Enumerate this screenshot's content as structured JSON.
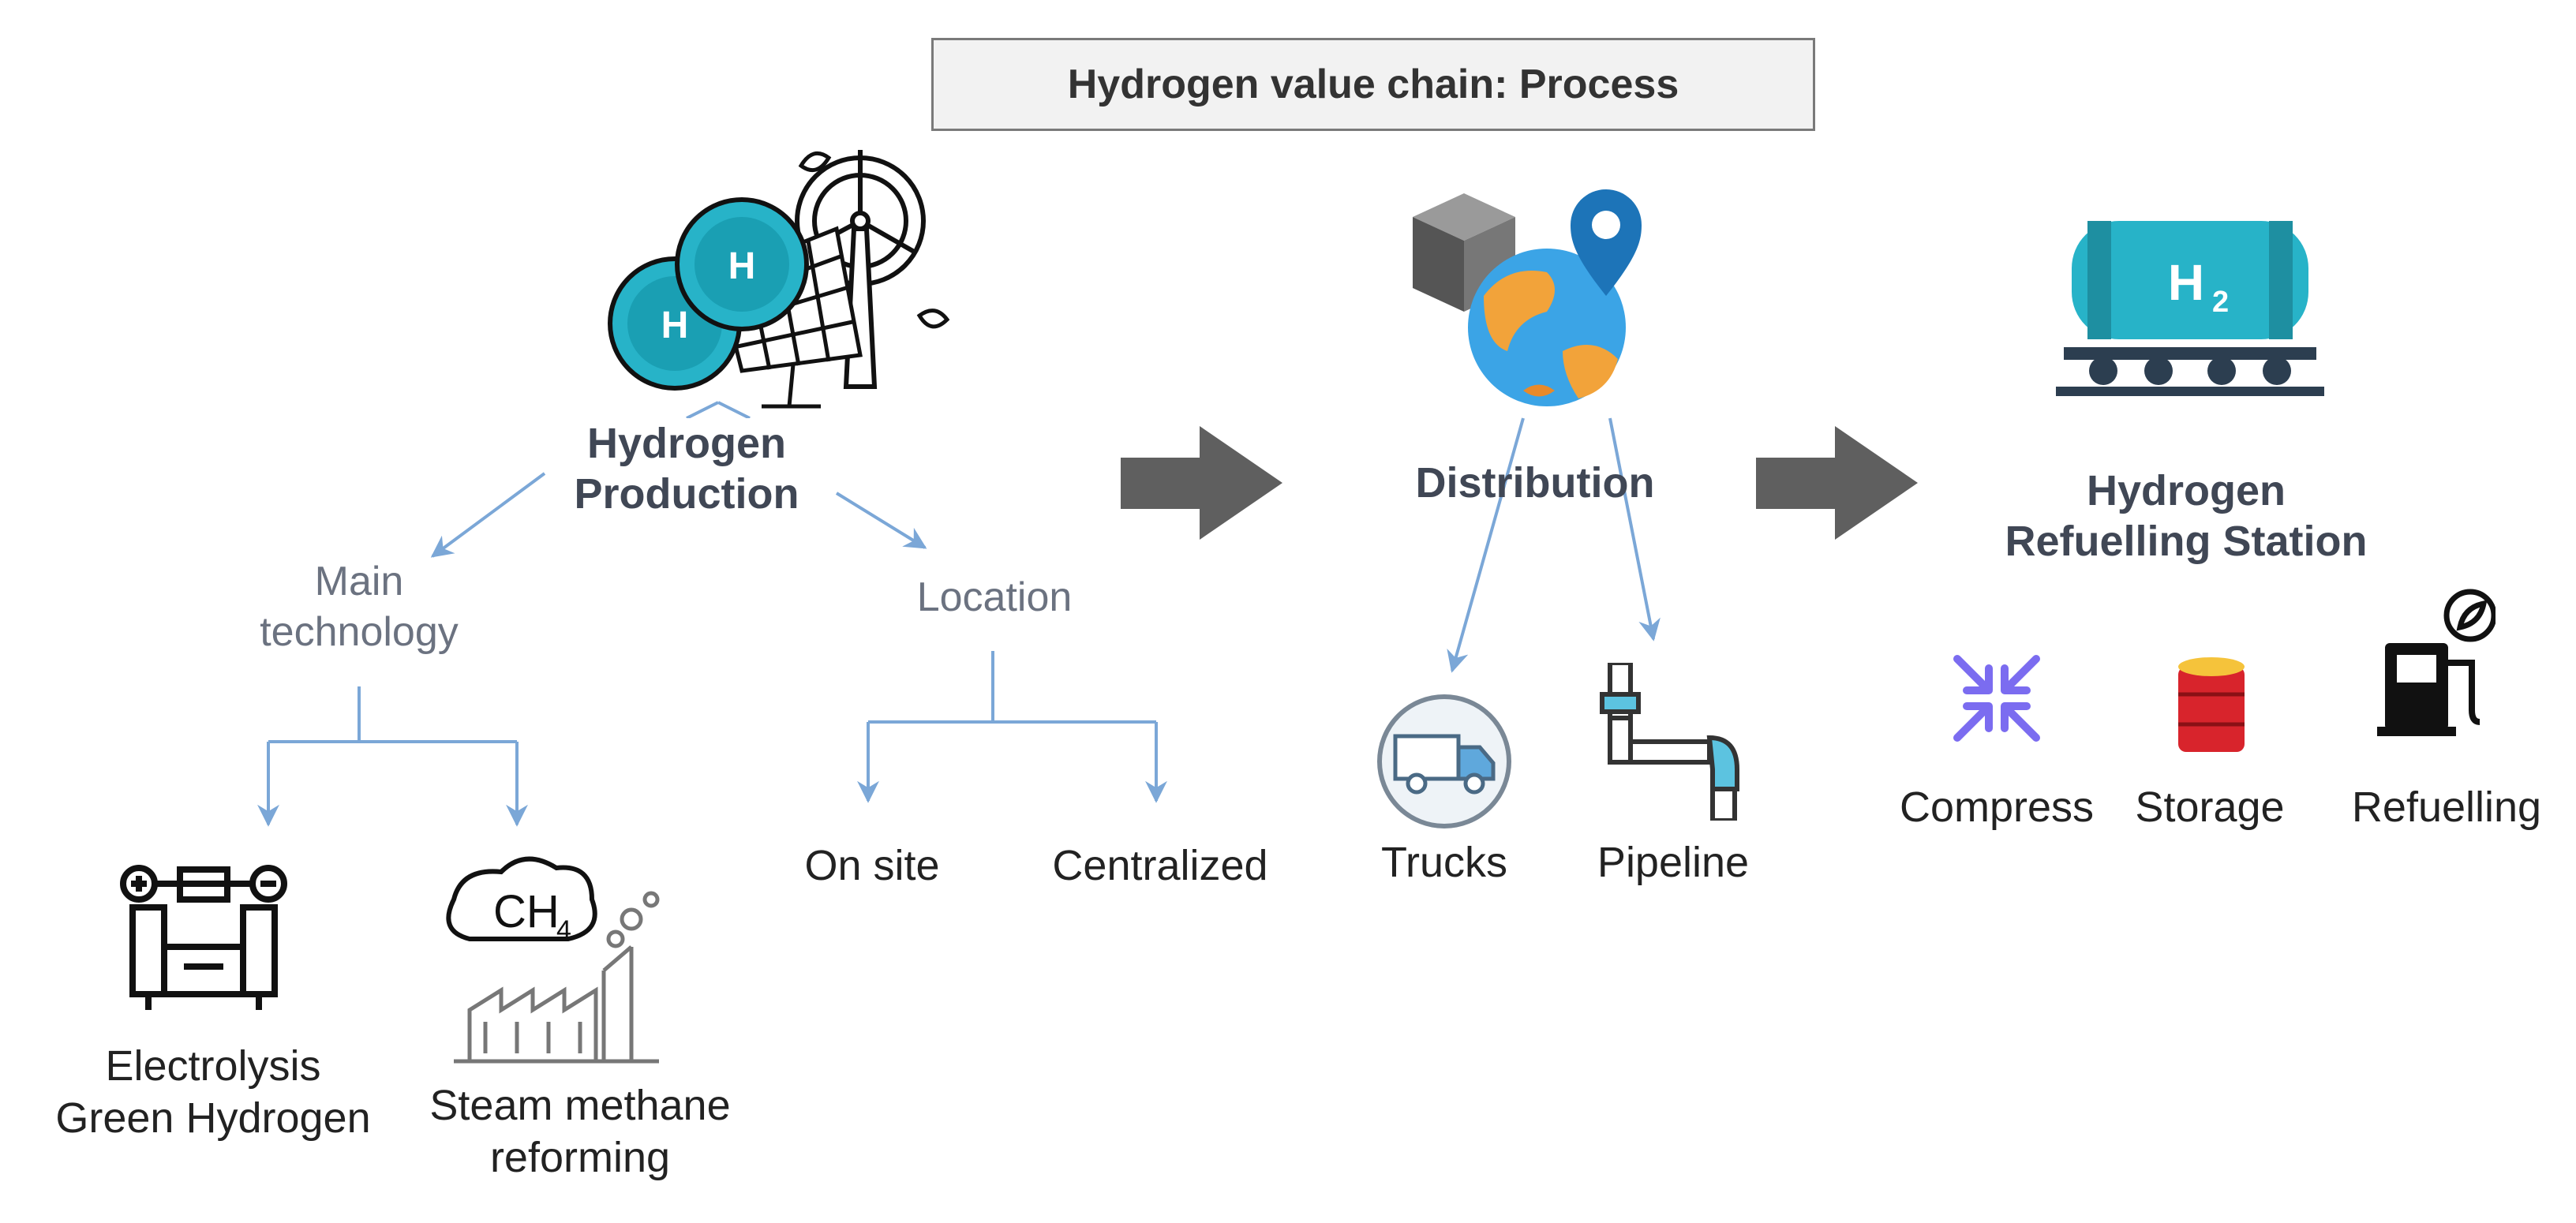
{
  "title": "Hydrogen value chain: Process",
  "production": {
    "label_line1": "Hydrogen",
    "label_line2": "Production",
    "main_tech_line1": "Main",
    "main_tech_line2": "technology",
    "location": "Location",
    "electrolysis_line1": "Electrolysis",
    "electrolysis_line2": "Green Hydrogen",
    "smr_line1": "Steam methane",
    "smr_line2": "reforming",
    "onsite": "On site",
    "centralized": "Centralized",
    "molecule_text": "H",
    "ch4_text": "CH",
    "ch4_sub": "4"
  },
  "distribution": {
    "label": "Distribution",
    "trucks": "Trucks",
    "pipeline": "Pipeline"
  },
  "station": {
    "label_line1": "Hydrogen",
    "label_line2": "Refuelling Station",
    "tank_text": "H",
    "tank_sub": "2",
    "compress": "Compress",
    "storage": "Storage",
    "refuelling": "Refuelling"
  },
  "colors": {
    "teal": "#27b3c8",
    "arrow_blue": "#7ba7d7",
    "big_arrow": "#5f5f5f",
    "label_bold": "#404755",
    "compress_purple": "#7b6cf0",
    "storage_red": "#d8242c"
  },
  "icons": [
    "hydrogen-molecule-icon",
    "solar-panel-icon",
    "wind-turbine-icon",
    "package-box-icon",
    "globe-icon",
    "location-pin-icon",
    "truck-icon",
    "pipeline-icon",
    "hydrogen-tank-icon",
    "compress-icon",
    "storage-barrel-icon",
    "fuel-pump-leaf-icon",
    "electrolyzer-icon",
    "methane-factory-icon"
  ]
}
